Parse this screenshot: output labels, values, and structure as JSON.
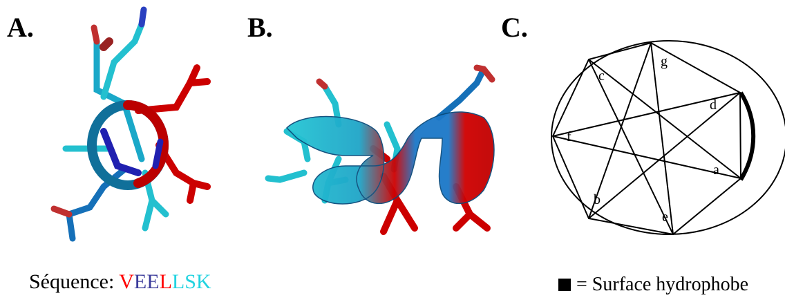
{
  "panels": {
    "a": "A.",
    "b": "B.",
    "c": "C."
  },
  "sequence": {
    "prefix": "Séquence: ",
    "residues": [
      {
        "letter": "V",
        "color": "#ff0000"
      },
      {
        "letter": "E",
        "color": "#3a3a9a"
      },
      {
        "letter": "E",
        "color": "#3a3a9a"
      },
      {
        "letter": "L",
        "color": "#ff0000"
      },
      {
        "letter": "L",
        "color": "#22d3e0"
      },
      {
        "letter": "S",
        "color": "#22d3e0"
      },
      {
        "letter": "K",
        "color": "#22d3e0"
      }
    ]
  },
  "wheel": {
    "positions": [
      "g",
      "c",
      "d",
      "f",
      "a",
      "b",
      "e"
    ]
  },
  "legend": {
    "text": "= Surface hydrophobe"
  },
  "colors": {
    "hydrophobic": "#cc0000",
    "charged": "#1570b8",
    "polar": "#23c0cf"
  }
}
